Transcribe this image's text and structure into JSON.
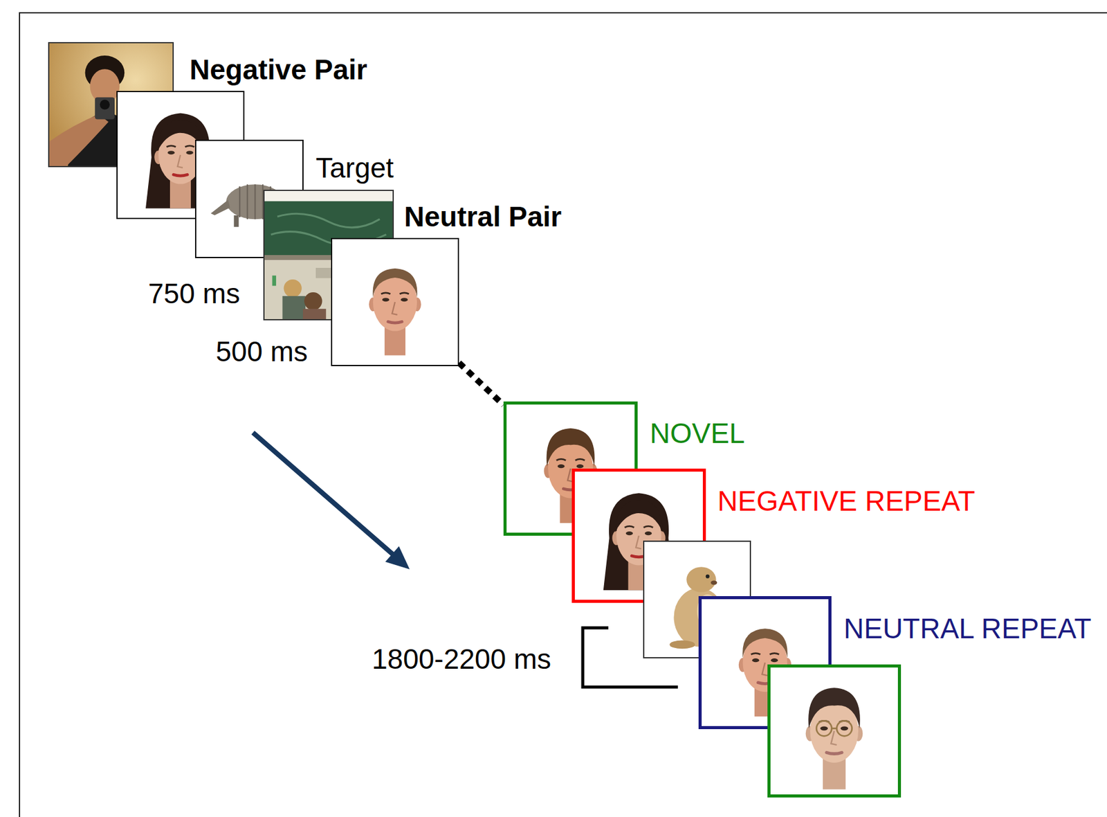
{
  "diagram": {
    "nodes": [
      {
        "text": [
          "Negative Pair"
        ]
      },
      {
        "text": [
          "Target"
        ]
      },
      {
        "text": [
          "Neutral Pair"
        ]
      },
      {
        "text": [
          "NOVEL"
        ]
      },
      {
        "text": [
          "NEGATIVE REPEAT"
        ]
      },
      {
        "text": [
          "NEUTRAL REPEAT"
        ]
      }
    ],
    "edges": [
      {
        "from": 2,
        "to": 3,
        "arrow": "none"
      }
    ],
    "labels": [
      "750 ms",
      "500 ms",
      "1800-2200 ms"
    ]
  }
}
